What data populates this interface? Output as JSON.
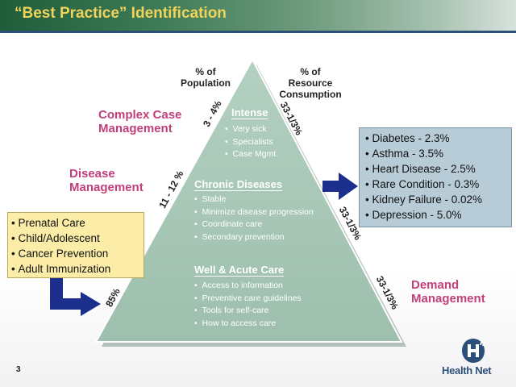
{
  "header": {
    "title": "“Best Practice” Identification"
  },
  "triangle": {
    "left_header": "% of Population",
    "left_header_lines": [
      "% of",
      "Population"
    ],
    "right_header_lines": [
      "% of",
      "Resource",
      "Consumption"
    ],
    "left_percentages": [
      "3 - 4%",
      "11 - 12 %",
      "85%"
    ],
    "right_percentages": [
      "33-1/3%",
      "33-1/3%",
      "33-1/3%"
    ],
    "tiers": [
      {
        "title": "Intense",
        "bullets": [
          "Very sick",
          "Specialists",
          "Case Mgmt."
        ]
      },
      {
        "title": "Chronic Diseases",
        "bullets": [
          "Stable",
          "Minimize disease progression",
          "Coordinate care",
          "Secondary prevention"
        ]
      },
      {
        "title": "Well & Acute Care",
        "bullets": [
          "Access to information",
          "Preventive care guidelines",
          "Tools for self-care",
          "How to access care"
        ]
      }
    ],
    "fill_color": "#a9c8b8"
  },
  "management_labels": {
    "complex": [
      "Complex Case",
      "Management"
    ],
    "disease": [
      "Disease",
      "Management"
    ],
    "demand": [
      "Demand",
      "Management"
    ],
    "color": "#c2407a"
  },
  "left_box": {
    "items": [
      "Prenatal Care",
      "Child/Adolescent",
      "Cancer Prevention",
      "Adult Immunization"
    ]
  },
  "right_box": {
    "items": [
      "Diabetes - 2.3%",
      "Asthma - 3.5%",
      "Heart Disease - 2.5%",
      "Rare Condition - 0.3%",
      "Kidney Failure - 0.02%",
      "Depression - 5.0%"
    ]
  },
  "footer": {
    "page_number": "3",
    "brand": "Health Net"
  }
}
